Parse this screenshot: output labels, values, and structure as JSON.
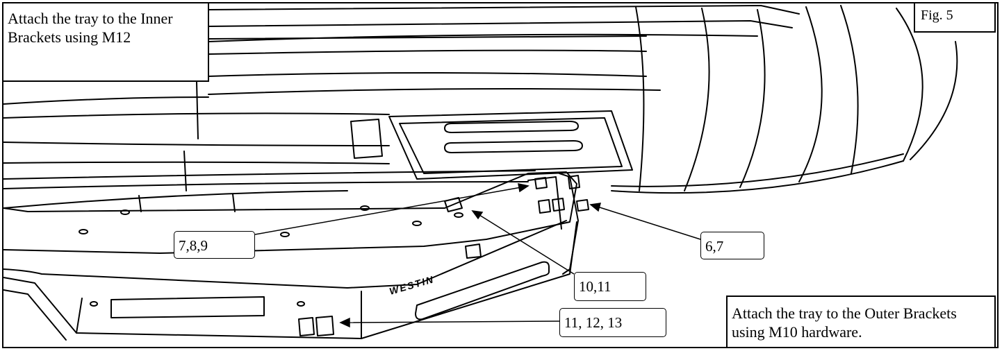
{
  "figure_label": "Fig. 5",
  "notes": {
    "inner_brackets": "Attach the tray to the Inner Brackets using M12",
    "outer_brackets": "Attach the tray to the Outer Brackets using M10 hardware."
  },
  "brand_stamp": "WESTIN",
  "callouts": [
    {
      "id": "c1",
      "text": "7,8,9"
    },
    {
      "id": "c2",
      "text": "6,7"
    },
    {
      "id": "c3",
      "text": "10,11"
    },
    {
      "id": "c4",
      "text": "11, 12, 13"
    }
  ]
}
